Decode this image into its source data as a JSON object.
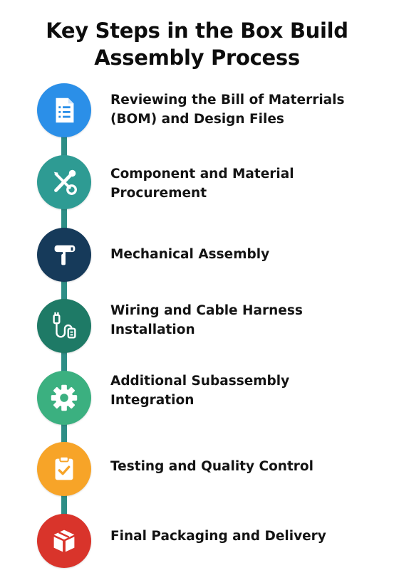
{
  "title": {
    "line1": "Key Steps in the Box Build",
    "line2": "Assembly Process"
  },
  "steps": [
    {
      "icon": "document-checklist-icon",
      "color": "#2b8fe8",
      "line1": "Reviewing the Bill of Materrials",
      "line2": "(BOM) and Design Files"
    },
    {
      "icon": "screwdriver-wrench-icon",
      "color": "#2e9b93",
      "line1": "Component and Material",
      "line2": "Procurement"
    },
    {
      "icon": "mechanical-tool-icon",
      "color": "#163a5a",
      "line1": "Mechanical Assembly",
      "line2": ""
    },
    {
      "icon": "cable-plug-icon",
      "color": "#1e7a66",
      "line1": "Wiring and Cable Harness",
      "line2": "Installation"
    },
    {
      "icon": "gear-icon",
      "color": "#3bb080",
      "line1": "Additional Subassembly",
      "line2": "Integration"
    },
    {
      "icon": "clipboard-check-icon",
      "color": "#f7a428",
      "line1": "Testing and Quality Control",
      "line2": ""
    },
    {
      "icon": "package-box-icon",
      "color": "#d9342b",
      "line1": "Final Packaging and Delivery",
      "line2": ""
    }
  ]
}
